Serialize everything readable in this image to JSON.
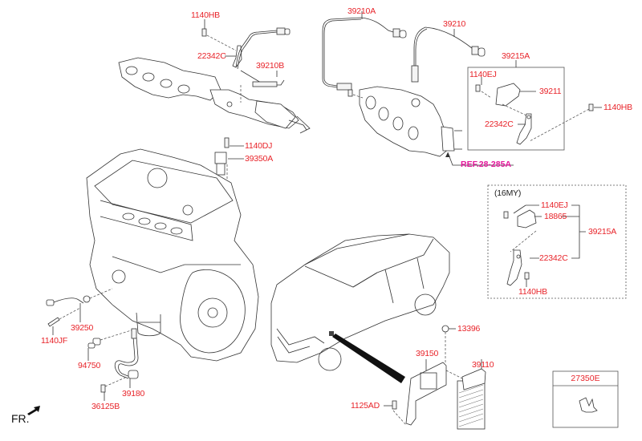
{
  "diagram": {
    "direction_label": "FR.",
    "reference_link": "REF.28-285A",
    "variant_box_title": "(16MY)",
    "inset_box_part": "27350E",
    "colors": {
      "part_label": "#e8242a",
      "reference": "#e4169b",
      "line": "#333333"
    }
  },
  "labels": {
    "l1140HB_top": "1140HB",
    "l22342C_top": "22342C",
    "l39210B": "39210B",
    "l39210A": "39210A",
    "l39210": "39210",
    "l39215A_top": "39215A",
    "l1140EJ_top": "1140EJ",
    "l39211": "39211",
    "l1140HB_right": "1140HB",
    "l22342C_right": "22342C",
    "l1140DJ": "1140DJ",
    "l39350A": "39350A",
    "l1140EJ_16": "1140EJ",
    "l18865": "18865",
    "l39215A_16": "39215A",
    "l22342C_16": "22342C",
    "l1140HB_16": "1140HB",
    "l39250": "39250",
    "l1140JF": "1140JF",
    "l94750": "94750",
    "l39180": "39180",
    "l36125B": "36125B",
    "l13396": "13396",
    "l39150": "39150",
    "l39110": "39110",
    "l1125AD": "1125AD"
  }
}
